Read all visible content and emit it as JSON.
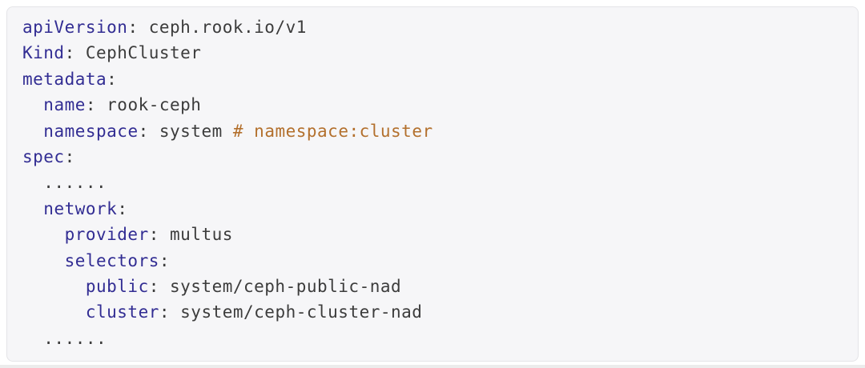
{
  "colors": {
    "panel_bg": "#f6f6f8",
    "panel_border": "#e4e4e7",
    "key": "#322d93",
    "plain": "#3c3c3c",
    "comment": "#b3702d"
  },
  "code": {
    "lines": [
      [
        {
          "type": "key",
          "text": "apiVersion"
        },
        {
          "type": "plain",
          "text": ": ceph.rook.io/v1"
        }
      ],
      [
        {
          "type": "key",
          "text": "Kind"
        },
        {
          "type": "plain",
          "text": ": CephCluster"
        }
      ],
      [
        {
          "type": "key",
          "text": "metadata"
        },
        {
          "type": "plain",
          "text": ":"
        }
      ],
      [
        {
          "type": "plain",
          "text": "  "
        },
        {
          "type": "key",
          "text": "name"
        },
        {
          "type": "plain",
          "text": ": rook-ceph"
        }
      ],
      [
        {
          "type": "plain",
          "text": "  "
        },
        {
          "type": "key",
          "text": "namespace"
        },
        {
          "type": "plain",
          "text": ": system "
        },
        {
          "type": "comment",
          "text": "# namespace:cluster"
        }
      ],
      [
        {
          "type": "key",
          "text": "spec"
        },
        {
          "type": "plain",
          "text": ":"
        }
      ],
      [
        {
          "type": "plain",
          "text": "  ......"
        }
      ],
      [
        {
          "type": "plain",
          "text": "  "
        },
        {
          "type": "key",
          "text": "network"
        },
        {
          "type": "plain",
          "text": ":"
        }
      ],
      [
        {
          "type": "plain",
          "text": "    "
        },
        {
          "type": "key",
          "text": "provider"
        },
        {
          "type": "plain",
          "text": ": multus"
        }
      ],
      [
        {
          "type": "plain",
          "text": "    "
        },
        {
          "type": "key",
          "text": "selectors"
        },
        {
          "type": "plain",
          "text": ":"
        }
      ],
      [
        {
          "type": "plain",
          "text": "      "
        },
        {
          "type": "key",
          "text": "public"
        },
        {
          "type": "plain",
          "text": ": system/ceph-public-nad"
        }
      ],
      [
        {
          "type": "plain",
          "text": "      "
        },
        {
          "type": "key",
          "text": "cluster"
        },
        {
          "type": "plain",
          "text": ": system/ceph-cluster-nad"
        }
      ],
      [
        {
          "type": "plain",
          "text": "  ......"
        }
      ]
    ]
  }
}
